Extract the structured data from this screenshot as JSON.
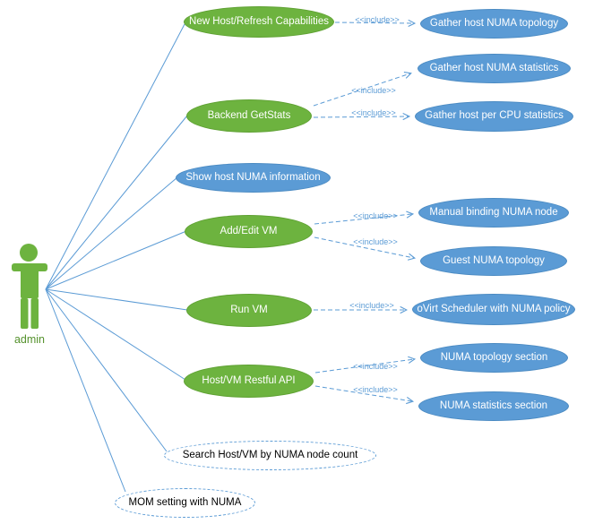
{
  "actor": {
    "name": "admin"
  },
  "usecases": {
    "green": [
      {
        "label": "New Host/Refresh Capabilities"
      },
      {
        "label": "Backend GetStats"
      },
      {
        "label": "Add/Edit VM"
      },
      {
        "label": "Run VM"
      },
      {
        "label": "Host/VM Restful API"
      }
    ],
    "blue": [
      {
        "label": "Show host NUMA information"
      },
      {
        "label": "Gather host NUMA topology"
      },
      {
        "label": "Gather host NUMA statistics"
      },
      {
        "label": "Gather host per CPU statistics"
      },
      {
        "label": "Manual binding NUMA node"
      },
      {
        "label": "Guest NUMA topology"
      },
      {
        "label": "oVirt Scheduler with NUMA policy"
      },
      {
        "label": "NUMA topology section"
      },
      {
        "label": "NUMA statistics section"
      }
    ],
    "dashed": [
      {
        "label": "Search Host/VM by NUMA node count"
      },
      {
        "label": "MOM setting with NUMA"
      }
    ]
  },
  "relations": [
    {
      "from": "New Host/Refresh Capabilities",
      "to": "Gather host NUMA topology",
      "label": "<<include>>"
    },
    {
      "from": "Backend GetStats",
      "to": "Gather host NUMA statistics",
      "label": "<<include>>"
    },
    {
      "from": "Backend GetStats",
      "to": "Gather host per CPU statistics",
      "label": "<<include>>"
    },
    {
      "from": "Add/Edit VM",
      "to": "Manual binding NUMA node",
      "label": "<<include>>"
    },
    {
      "from": "Add/Edit VM",
      "to": "Guest NUMA topology",
      "label": "<<include>>"
    },
    {
      "from": "Run VM",
      "to": "oVirt Scheduler with NUMA policy",
      "label": "<<include>>"
    },
    {
      "from": "Host/VM Restful API",
      "to": "NUMA topology section",
      "label": "<<include>>"
    },
    {
      "from": "Host/VM Restful API",
      "to": "NUMA statistics section",
      "label": "<<include>>"
    }
  ],
  "actor_links": [
    "New Host/Refresh Capabilities",
    "Backend GetStats",
    "Show host NUMA information",
    "Add/Edit VM",
    "Run VM",
    "Host/VM Restful API",
    "Search Host/VM by NUMA node count",
    "MOM setting with NUMA"
  ],
  "colors": {
    "green": "#6DB33F",
    "blue": "#5B9BD5",
    "connector": "#5B9BD5"
  }
}
